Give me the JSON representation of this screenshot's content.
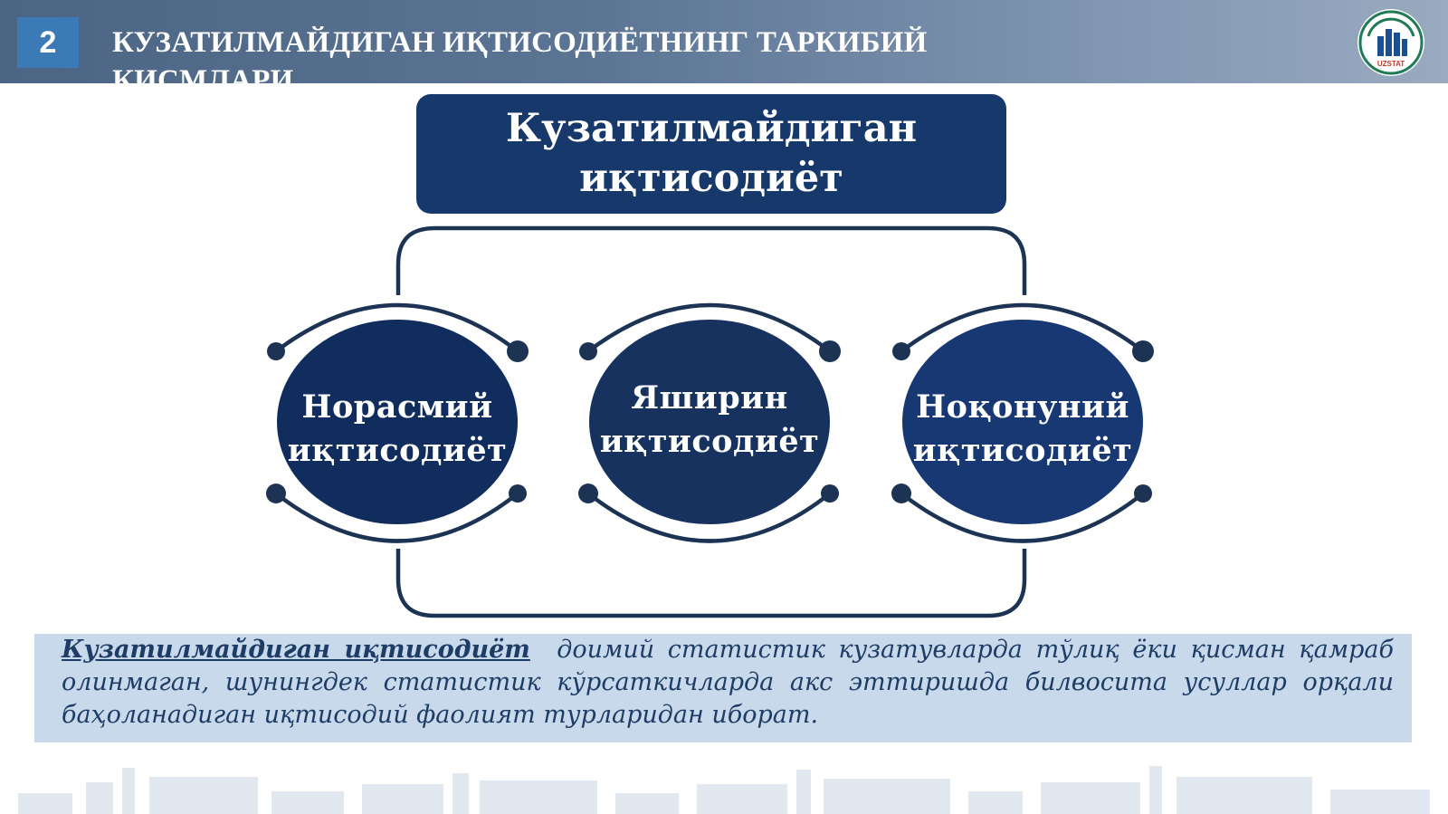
{
  "header": {
    "slide_number": "2",
    "title": "КУЗАТИЛМАЙДИГАН ИҚТИСОДИЁТНИНГ ТАРКИБИЙ ҚИСМЛАРИ",
    "logo_text": "UZSTAT"
  },
  "diagram": {
    "top_node": "Кузатилмайдиган иқтисодиёт",
    "components": [
      {
        "label": "Норасмий иқтисодиёт"
      },
      {
        "label": "Яширин иқтисодиёт"
      },
      {
        "label": "Ноқонуний иқтисодиёт"
      }
    ]
  },
  "definition": {
    "term": "Кузатилмайдиган иқтисодиёт",
    "text": "доимий статистик кузатувларда тўлиқ ёки қисман қамраб олинмаган, шунингдек статистик кўрсаткичларда акс эттиришда билвосита усуллар орқали баҳоланадиган иқтисодий фаолият турларидан иборат."
  },
  "colors": {
    "dark_navy": "#17386a",
    "ellipse_fill": "#112d5e",
    "connector": "#1c3354",
    "definition_bg": "#c9d9ec",
    "slide_number_bg": "#3b79b7"
  }
}
